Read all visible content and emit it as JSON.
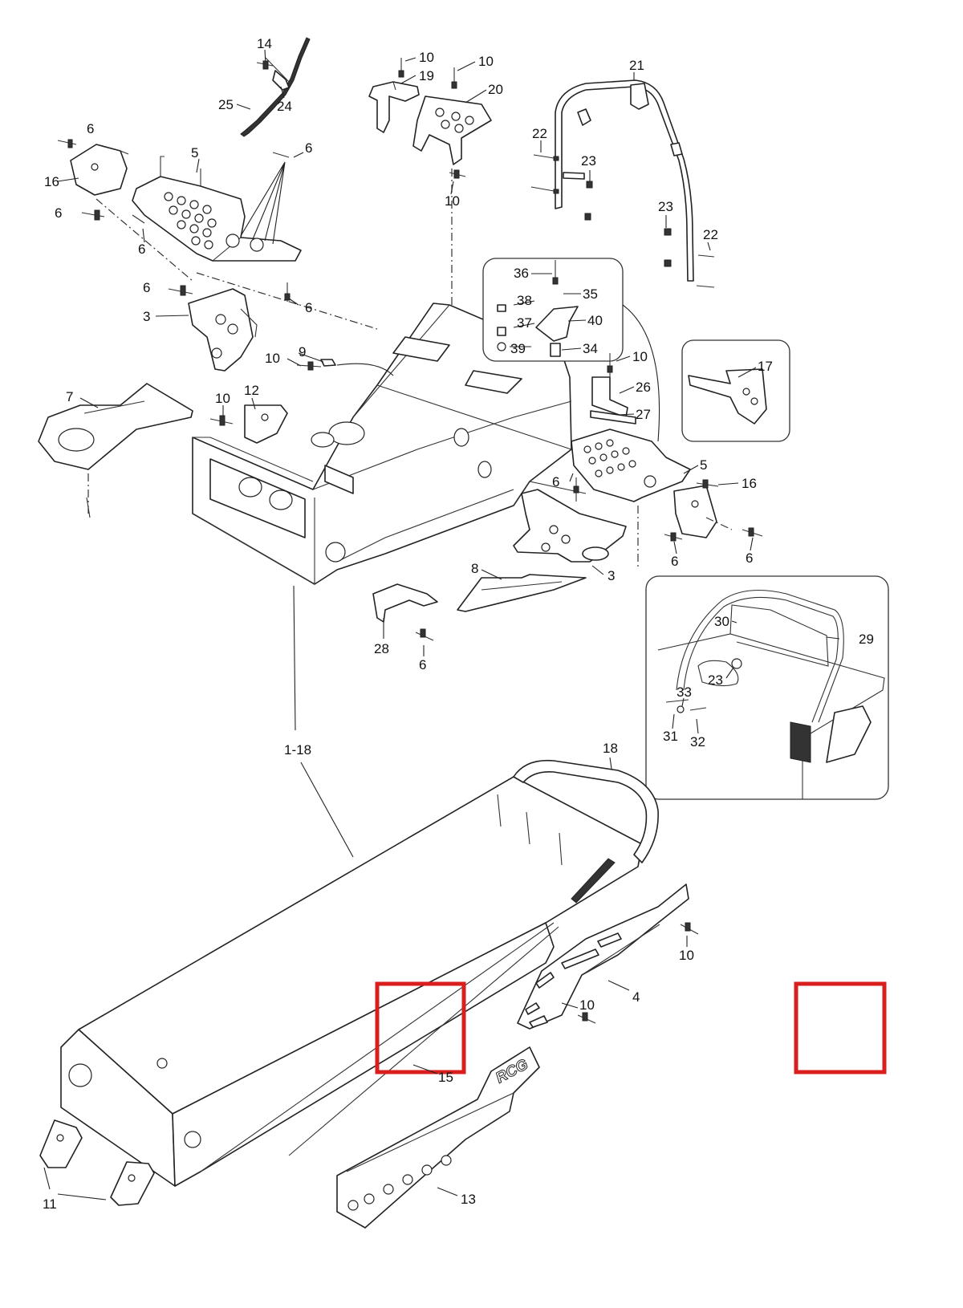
{
  "callouts": {
    "c14": "14",
    "c25": "25",
    "c24": "24",
    "c10a": "10",
    "c19": "19",
    "c10b": "10",
    "c20": "20",
    "c10c": "10",
    "c21": "21",
    "c22a": "22",
    "c23a": "23",
    "c23b": "23",
    "c22b": "22",
    "c6a": "6",
    "c16a": "16",
    "c5a": "5",
    "c6b": "6",
    "c6c": "6",
    "c6d": "6",
    "c6e": "6",
    "c3a": "3",
    "c6f": "6",
    "c36": "36",
    "c35": "35",
    "c38": "38",
    "c37": "37",
    "c40": "40",
    "c39": "39",
    "c34": "34",
    "c10d": "10",
    "c9": "9",
    "c10e": "10",
    "c26": "26",
    "c27": "27",
    "c17": "17",
    "c7": "7",
    "c12": "12",
    "c10f": "10",
    "c5b": "5",
    "c6g": "6",
    "c16b": "16",
    "c6h": "6",
    "c6i": "6",
    "c3b": "3",
    "c8": "8",
    "c28": "28",
    "c6j": "6",
    "c30": "30",
    "c29": "29",
    "c23c": "23",
    "c33": "33",
    "c31": "31",
    "c32": "32",
    "c118": "1-18",
    "c18": "18",
    "c10g": "10",
    "c4": "4",
    "c10h": "10",
    "c15": "15",
    "c13": "13",
    "c11": "11"
  },
  "labels": {
    "logo": "RCG"
  },
  "colors": {
    "line": "#222222",
    "highlight": "#d91e1e",
    "background": "#ffffff"
  }
}
